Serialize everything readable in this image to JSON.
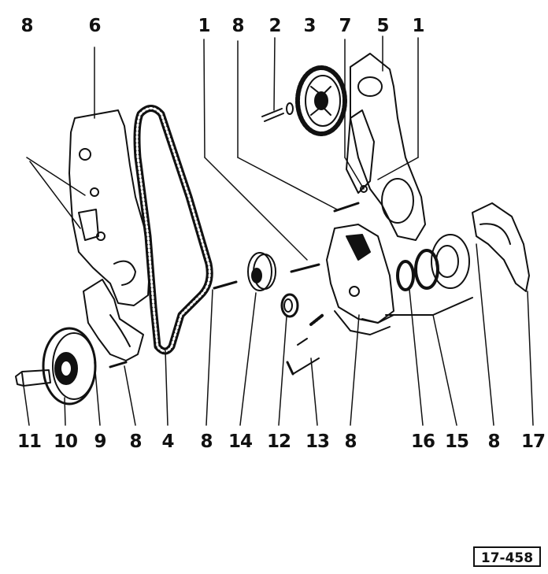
{
  "callouts_top": [
    "8",
    "6",
    "1",
    "8",
    "2",
    "3",
    "7",
    "5",
    "1"
  ],
  "callouts_bottom": [
    "11",
    "10",
    "9",
    "8",
    "4",
    "8",
    "14",
    "12",
    "13",
    "8",
    "16",
    "15",
    "8",
    "17"
  ],
  "figure_id": "17-458",
  "colors": {
    "ink": "#111111",
    "paper": "#ffffff"
  }
}
